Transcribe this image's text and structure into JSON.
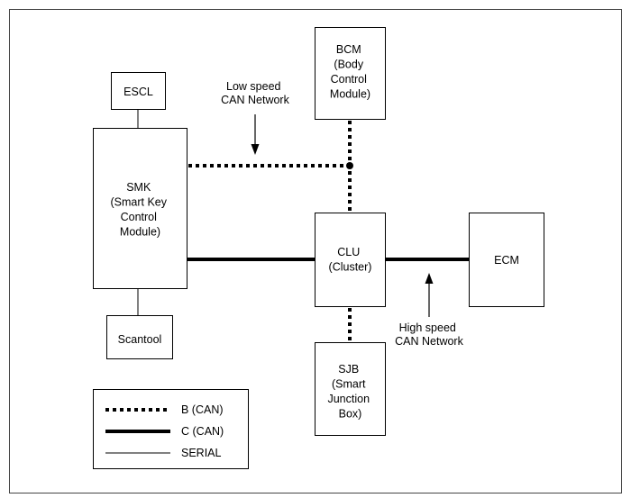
{
  "colors": {
    "line": "#000000",
    "background": "#ffffff",
    "frame": "#444444"
  },
  "modules": {
    "escl": {
      "lines": [
        "ESCL"
      ]
    },
    "smk": {
      "lines": [
        "SMK",
        "(Smart Key",
        "Control",
        "Module)"
      ]
    },
    "scantool": {
      "lines": [
        "Scantool"
      ]
    },
    "bcm": {
      "lines": [
        "BCM",
        "(Body",
        "Control",
        "Module)"
      ]
    },
    "clu": {
      "lines": [
        "CLU",
        "(Cluster)"
      ]
    },
    "ecm": {
      "lines": [
        "ECM"
      ]
    },
    "sjb": {
      "lines": [
        "SJB",
        "(Smart",
        "Junction",
        "Box)"
      ]
    }
  },
  "annotations": {
    "low_speed": {
      "lines": [
        "Low speed",
        "CAN Network"
      ]
    },
    "high_speed": {
      "lines": [
        "High speed",
        "CAN Network"
      ]
    }
  },
  "legend": {
    "items": [
      {
        "label": "B (CAN)",
        "style": "dotted-thick"
      },
      {
        "label": "C (CAN)",
        "style": "solid-thick"
      },
      {
        "label": "SERIAL",
        "style": "solid-thin"
      }
    ]
  }
}
